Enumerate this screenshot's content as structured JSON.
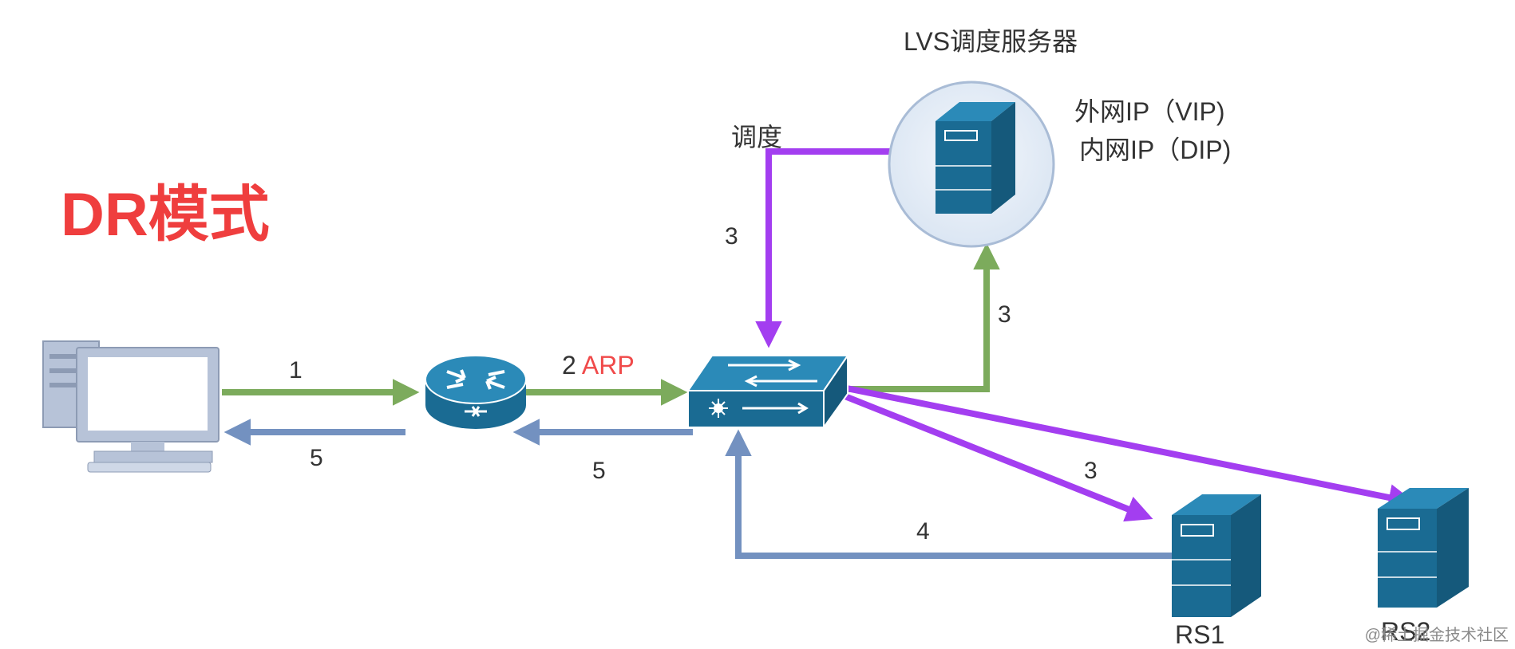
{
  "title": "DR模式",
  "lvs": {
    "title": "LVS调度服务器",
    "vip_label": "外网IP（VIP)",
    "dip_label": "内网IP（DIP)"
  },
  "labels": {
    "schedule": "调度",
    "step1": "1",
    "step2": "2",
    "arp": "ARP",
    "step3_top": "3",
    "step3_right": "3",
    "step3_rs": "3",
    "step4": "4",
    "step5_left": "5",
    "step5_mid": "5"
  },
  "servers": {
    "rs1": "RS1",
    "rs2": "RS2"
  },
  "watermark": "@稀土掘金技术社区",
  "colors": {
    "green": "#7cab5c",
    "blue": "#7391c0",
    "purple": "#a33ef0",
    "server": "#1a6b93",
    "title_red": "#ef3e3e"
  },
  "icons": [
    "client-computer-icon",
    "router-icon",
    "switch-icon",
    "lvs-server-icon",
    "rs1-server-icon",
    "rs2-server-icon"
  ]
}
